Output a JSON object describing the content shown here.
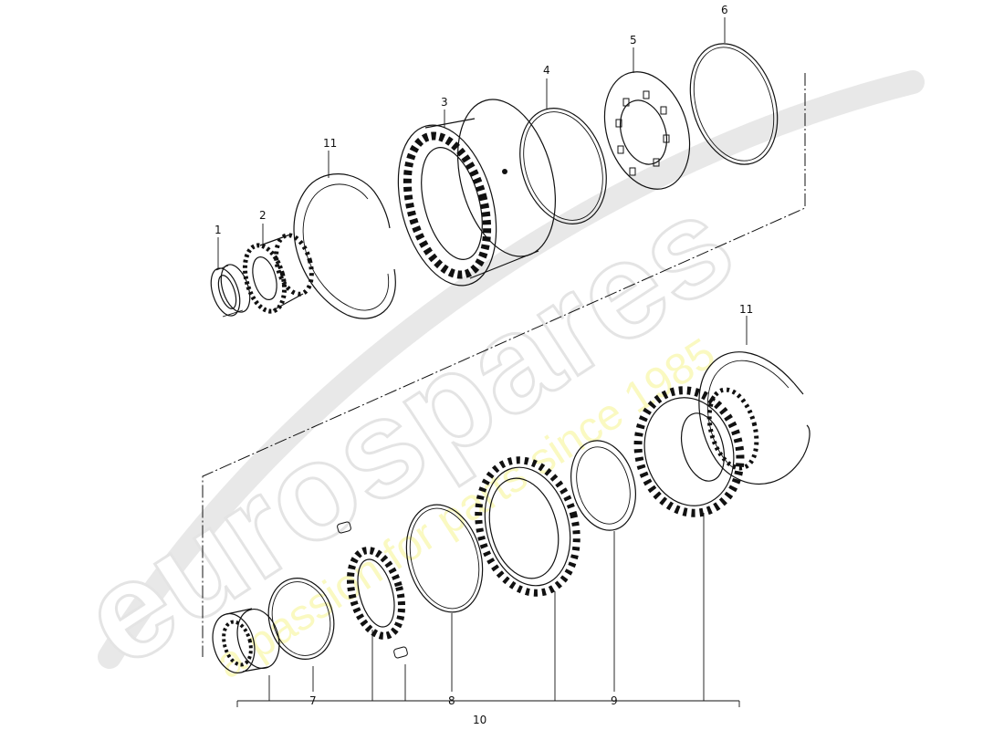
{
  "watermark": {
    "brand": "eurospares",
    "tagline": "a passion for parts since 1985"
  },
  "callouts": {
    "c1": "1",
    "c2": "2",
    "c3": "3",
    "c4": "4",
    "c5": "5",
    "c6": "6",
    "c11_top": "11",
    "c11_bottom": "11",
    "c7": "7",
    "c8": "8",
    "c9": "9",
    "c10": "10"
  }
}
